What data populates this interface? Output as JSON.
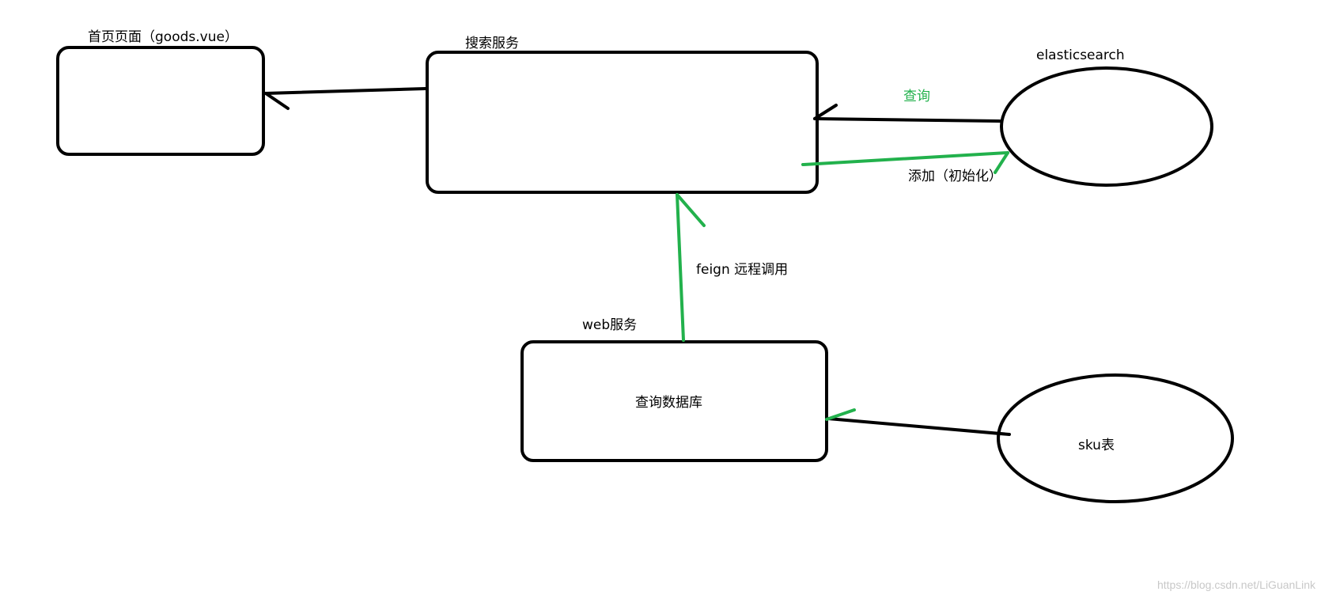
{
  "colors": {
    "stroke_black": "#000000",
    "stroke_green": "#22b14c",
    "watermark": "#c8c8c8"
  },
  "nodes": {
    "home_page": {
      "title": "首页页面（goods.vue）"
    },
    "search_service": {
      "title": "搜索服务"
    },
    "elasticsearch": {
      "title": "elasticsearch"
    },
    "web_service": {
      "title": "web服务",
      "body": "查询数据库"
    },
    "sku_table": {
      "body": "sku表"
    }
  },
  "edges": {
    "query": {
      "label": "查询"
    },
    "add_init": {
      "label": "添加（初始化）"
    },
    "feign": {
      "label": "feign 远程调用"
    }
  },
  "watermark": "https://blog.csdn.net/LiGuanLink"
}
